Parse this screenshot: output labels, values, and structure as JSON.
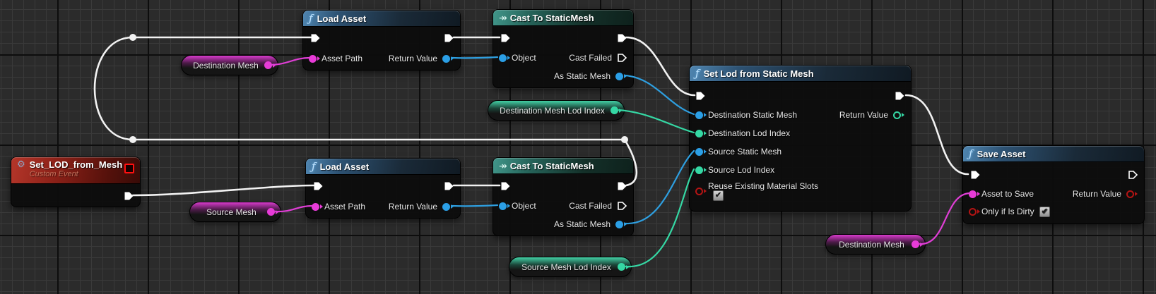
{
  "graph": {
    "background": "#2b2b2b",
    "pin_colors": {
      "exec": "#f2f2f2",
      "object": "#2b9fe6",
      "integer": "#35d8a4",
      "string": "#e83bd8",
      "boolean": "#b31414"
    }
  },
  "icons": {
    "function": "ƒ",
    "cast": "↠",
    "event": "⚙",
    "check": "✔"
  },
  "event_node": {
    "title": "Set_LOD_from_Mesh",
    "subtitle": "Custom Event"
  },
  "load_asset": {
    "title": "Load Asset",
    "asset_path": "Asset Path",
    "return_value": "Return Value"
  },
  "cast_node": {
    "title": "Cast To StaticMesh",
    "object": "Object",
    "cast_failed": "Cast Failed",
    "as_static_mesh": "As Static Mesh"
  },
  "set_lod_node": {
    "title": "Set Lod from Static Mesh",
    "destination_static_mesh": "Destination Static Mesh",
    "destination_lod_index": "Destination Lod Index",
    "source_static_mesh": "Source Static Mesh",
    "source_lod_index": "Source Lod Index",
    "reuse_existing_material_slots": "Reuse Existing Material Slots",
    "reuse_checked": true,
    "return_value": "Return Value"
  },
  "save_asset_node": {
    "title": "Save Asset",
    "asset_to_save": "Asset to Save",
    "only_if_is_dirty": "Only if Is Dirty",
    "dirty_checked": true,
    "return_value": "Return Value"
  },
  "pills": {
    "destination_mesh_top": "Destination Mesh",
    "destination_mesh_lod_index": "Destination Mesh Lod Index",
    "source_mesh": "Source Mesh",
    "source_mesh_lod_index": "Source Mesh Lod Index",
    "destination_mesh_bottom": "Destination Mesh"
  }
}
